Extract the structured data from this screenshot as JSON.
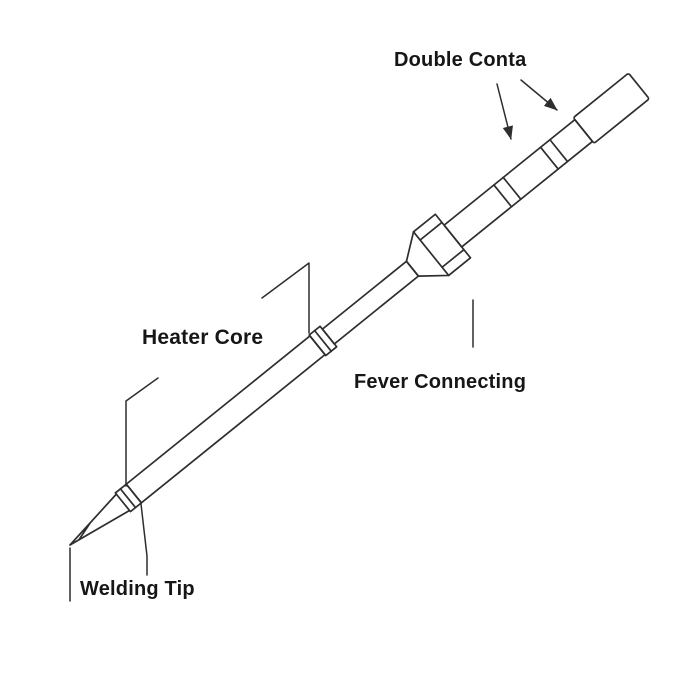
{
  "diagram": {
    "background_color": "#ffffff",
    "line_color": "#2e2e2e",
    "text_color": "#161616",
    "subject": "soldering-iron-tip-line-drawing",
    "labels": {
      "double_contact": "Double Conta",
      "heater_core": "Heater Core",
      "fever_connecting": "Fever Connecting",
      "welding_tip": "Welding Tip"
    }
  }
}
